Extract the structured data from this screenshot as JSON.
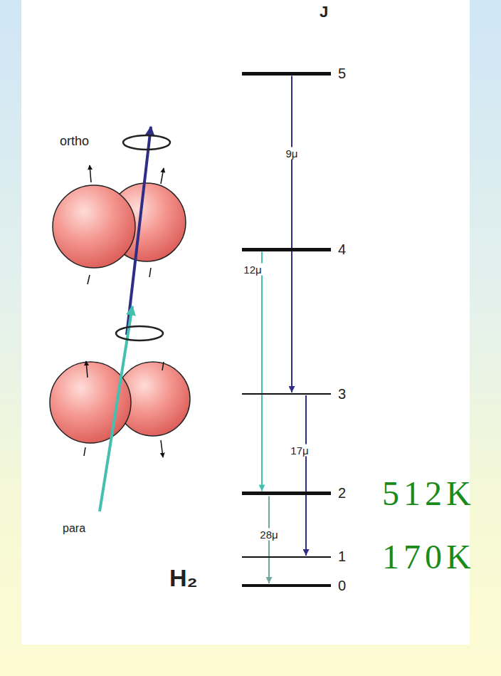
{
  "diagram": {
    "nodes": [
      {
        "text": [
          "5"
        ]
      },
      {
        "text": [
          "4"
        ]
      },
      {
        "text": [
          "3"
        ]
      },
      {
        "text": [
          "2",
          "512K"
        ]
      },
      {
        "text": [
          "1",
          "170K"
        ]
      },
      {
        "text": [
          "0"
        ]
      }
    ],
    "edges": [
      {
        "from": 0,
        "to": 2,
        "arrow": "to",
        "label": "9μ"
      },
      {
        "from": 1,
        "to": 3,
        "arrow": "to",
        "label": "12μ"
      },
      {
        "from": 2,
        "to": 4,
        "arrow": "to",
        "label": "17μ"
      },
      {
        "from": 3,
        "to": 5,
        "arrow": "to",
        "label": "28μ"
      }
    ],
    "labels": [
      "J",
      "ortho",
      "para",
      "H₂"
    ]
  }
}
